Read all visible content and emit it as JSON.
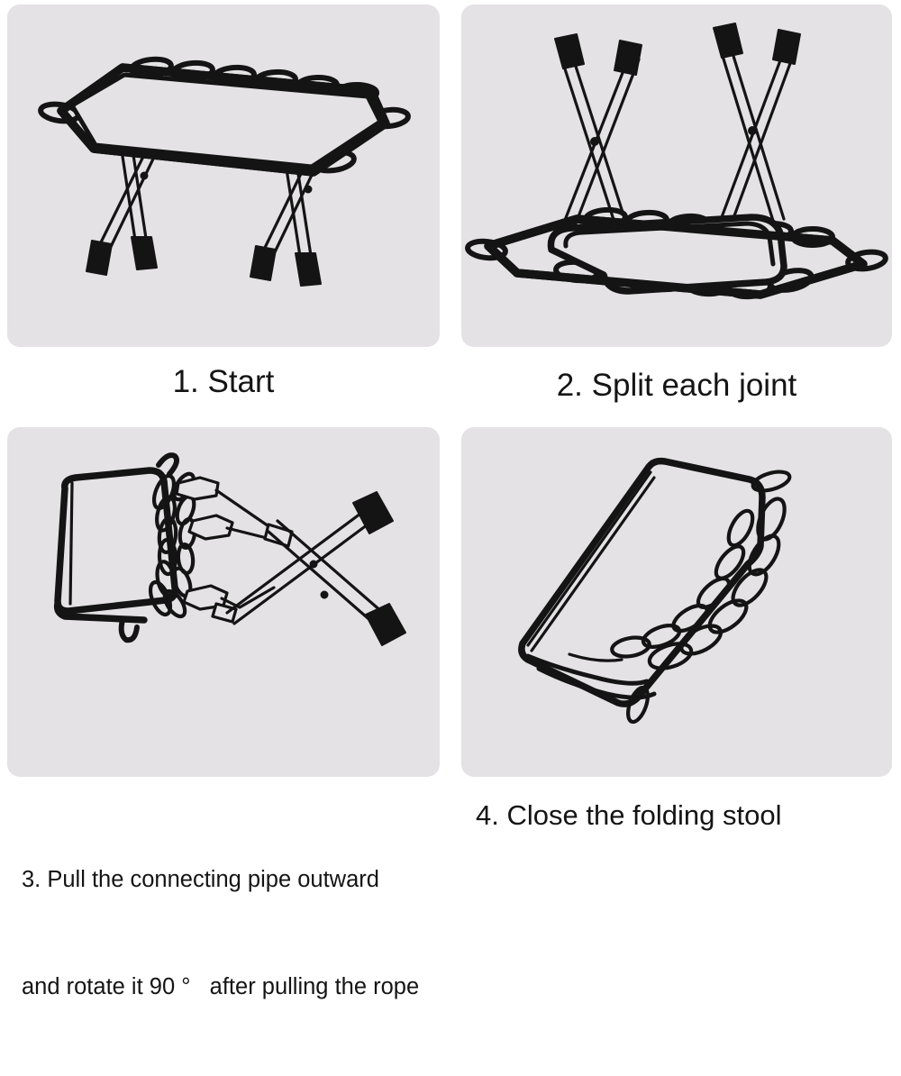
{
  "document": {
    "type": "instruction-diagram",
    "title": "Folding stool assembly / folding instructions",
    "panel_background": "#e4e2e4",
    "page_background": "#ffffff",
    "ink_color": "#141414",
    "text_color": "#141414"
  },
  "steps": [
    {
      "number": "1",
      "caption": "1. Start",
      "illustration_name": "assembled-folding-stool",
      "illustration_alt": "Assembled folding stool seen from above-front: rectangular wire frame top edged with spring loops, supported by two pairs of X-crossed tubular legs with black rubber feet"
    },
    {
      "number": "2",
      "caption": "2. Split each joint",
      "illustration_name": "stool-upside-down-legs-split",
      "illustration_alt": "Stool turned upside down: the looped wire frame rests on the ground while two pairs of X-crossed legs point upward, each leg tipped with a black cap and pinned at a center pivot"
    },
    {
      "number": "3",
      "caption_lines": [
        "3. Pull the connecting pipe outward",
        "and rotate it 90 °   after pulling the rope"
      ],
      "illustration_name": "pull-pipe-outward-rotate-90",
      "illustration_alt": "Frame collapsed flat with its spring loops bunched together while the connecting leg pipe is pulled outward to the right and rotated, showing two black-tipped tubes crossing"
    },
    {
      "number": "4",
      "caption": "4. Close the folding stool",
      "illustration_name": "closed-folded-stool",
      "illustration_alt": "Fully closed folding stool: flat folded panel with the spring loops fanned out along one long edge"
    }
  ]
}
